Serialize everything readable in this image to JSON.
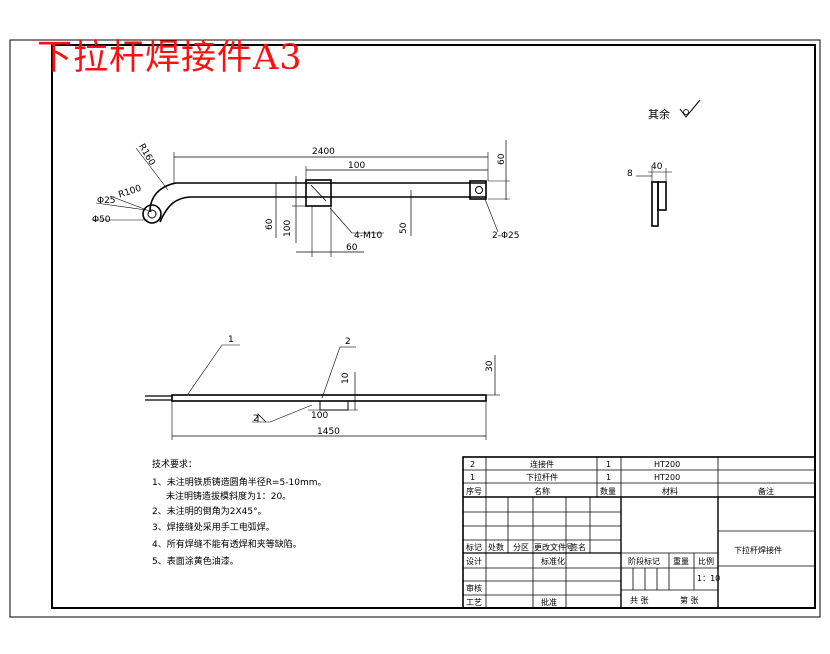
{
  "sheet_title": "下拉杆焊接件A3",
  "roughness_note": "其余",
  "front_view": {
    "radius_outer": "R160",
    "radius_inner": "R100",
    "dia_25": "Φ25",
    "dia_50": "Φ50",
    "overall_length": "2400",
    "bracket_offset": "100",
    "end_height": "60",
    "left_h_60": "60",
    "left_h_100": "100",
    "thread_callout": "4-M10",
    "bottom_60": "60",
    "right_50": "50",
    "hole_callout": "2-Φ25"
  },
  "side_view": {
    "width_40": "40",
    "thk_8": "8"
  },
  "plan_view": {
    "balloon_1": "1",
    "balloon_2": "2",
    "dim_30": "30",
    "dim_10": "10",
    "dim_100": "100",
    "dim_1450": "1450",
    "weld_size": "2"
  },
  "tech_notes": {
    "heading": "技术要求：",
    "lines": [
      "1、未注明铁质铸造圆角半径R=5-10mm。",
      "未注明铸造拔模斜度为1：20。",
      "2、未注明的倒角为2X45°。",
      "3、焊接缝处采用手工电弧焊。",
      "4、所有焊缝不能有透焊和夹等缺陷。",
      "5、表面涂黄色油漆。"
    ]
  },
  "bom": {
    "rows": [
      {
        "no": "2",
        "name": "连接件",
        "qty": "1",
        "material": "HT200"
      },
      {
        "no": "1",
        "name": "下拉杆件",
        "qty": "1",
        "material": "HT200"
      }
    ],
    "headers": {
      "no": "序号",
      "name": "名称",
      "qty": "数量",
      "material": "材料",
      "remark": "备注"
    }
  },
  "title_block": {
    "part_name": "下拉杆焊接件",
    "rev_headers": [
      "标记",
      "处数",
      "分区",
      "更改文件号",
      "签名"
    ],
    "design": "设计",
    "standard": "标准化",
    "review": "审核",
    "process": "工艺",
    "approve": "批准",
    "stage_mark": "阶段标记",
    "weight": "重量",
    "scale": "比例",
    "scale_value": "1：10",
    "total": "共 张",
    "sheet": "第 张"
  }
}
